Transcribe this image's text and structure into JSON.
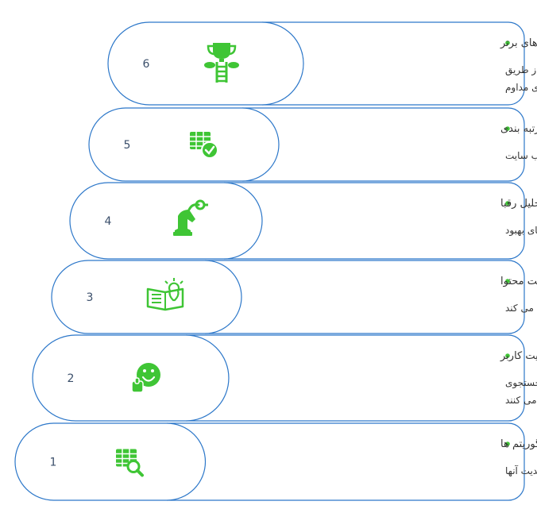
{
  "colors": {
    "outline": "#2c77c9",
    "accent": "#3fc535",
    "text": "#333333",
    "number": "#3b4f6b"
  },
  "steps": [
    {
      "number": "1",
      "title": "درک الگوریتم ها",
      "desc": [
        "درک نحوه عملکرد الگوریتم های گوگل و دلیل آپدیت آنها"
      ],
      "icon": "table-search-icon"
    },
    {
      "number": "2",
      "title": "تمرکز بر رضایت کاربر",
      "desc": [
        "اطمینان حاصل کنید که کاربران نتایج مورد نظر خود را در سه نتیجه جستجوی",
        "برتر پیدا می کنند"
      ],
      "icon": "smile-thumbs-up-icon"
    },
    {
      "number": "3",
      "title": "بهبود کیفیت محتوا",
      "desc": [
        "ایجاد محتوای با کیفیت بالا و غنی که نیازهای کاربران را برآورده می کند"
      ],
      "icon": "book-bulb-icon"
    },
    {
      "number": "4",
      "title": "تجزیه و تحلیل رقبا",
      "desc": [
        "تجزیه و تحلیل استراتژی های رقبا برای شناسایی زمینه های بهبود"
      ],
      "icon": "chess-knight-icon"
    },
    {
      "number": "5",
      "title": "اجرای فاکتورهای رتبه بندی",
      "desc": [
        "برای بهینه سازی وب سایت"
      ],
      "icon": "table-check-icon"
    },
    {
      "number": "6",
      "title": "دستیابی به رتبه های برتر",
      "desc": [
        "دستیابی به رتبه های برتر در نتایج جستجوی گوگل از طریق",
        "تلاش های مداوم"
      ],
      "icon": "trophy-ladder-icon"
    }
  ]
}
